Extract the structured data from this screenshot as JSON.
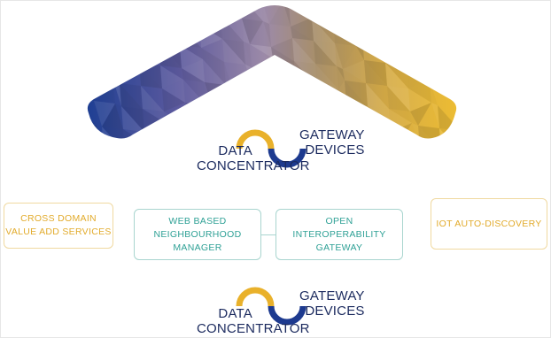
{
  "colors": {
    "gold": "#e9b12b",
    "navy": "#1d3a8f",
    "teal": "#2fa196",
    "text_dark": "#1b2a5e"
  },
  "upper_group": {
    "left_label": "DATA\nCONCENTRATOR",
    "right_label": "GATEWAY\nDEVICES"
  },
  "lower_group": {
    "left_label": "DATA\nCONCENTRATOR",
    "right_label": "GATEWAY\nDEVICES"
  },
  "boxes": {
    "cross_domain": "CROSS DOMAIN\nVALUE ADD SERVICES",
    "web_based": "WEB BASED\nNEIGHBOURHOOD\nMANAGER",
    "open_gateway": "OPEN\nINTEROPERABILITY\nGATEWAY",
    "iot_discovery": "IOT AUTO-DISCOVERY"
  }
}
